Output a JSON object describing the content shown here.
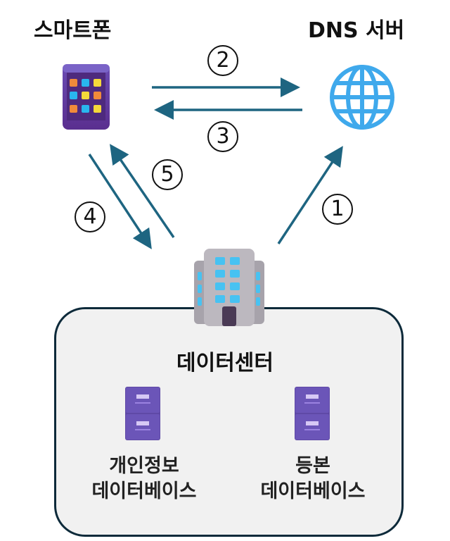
{
  "nodes": {
    "smartphone": {
      "label": "스마트폰",
      "icon": "smartphone-icon"
    },
    "dns_server": {
      "label": "DNS 서버",
      "icon": "globe-icon"
    },
    "datacenter": {
      "label": "데이터센터",
      "icon": "office-building-icon"
    }
  },
  "databases": [
    {
      "line1": "개인정보",
      "line2": "데이터베이스",
      "icon": "file-cabinet-icon"
    },
    {
      "line1": "등본",
      "line2": "데이터베이스",
      "icon": "file-cabinet-icon"
    }
  ],
  "steps": [
    {
      "number": "1",
      "from": "datacenter",
      "to": "dns_server"
    },
    {
      "number": "2",
      "from": "smartphone",
      "to": "dns_server"
    },
    {
      "number": "3",
      "from": "dns_server",
      "to": "smartphone"
    },
    {
      "number": "4",
      "from": "smartphone",
      "to": "datacenter"
    },
    {
      "number": "5",
      "from": "datacenter",
      "to": "smartphone"
    }
  ],
  "colors": {
    "arrow": "#1e6581",
    "box_border": "#0d2a3a",
    "box_fill": "#f1f1f1"
  }
}
